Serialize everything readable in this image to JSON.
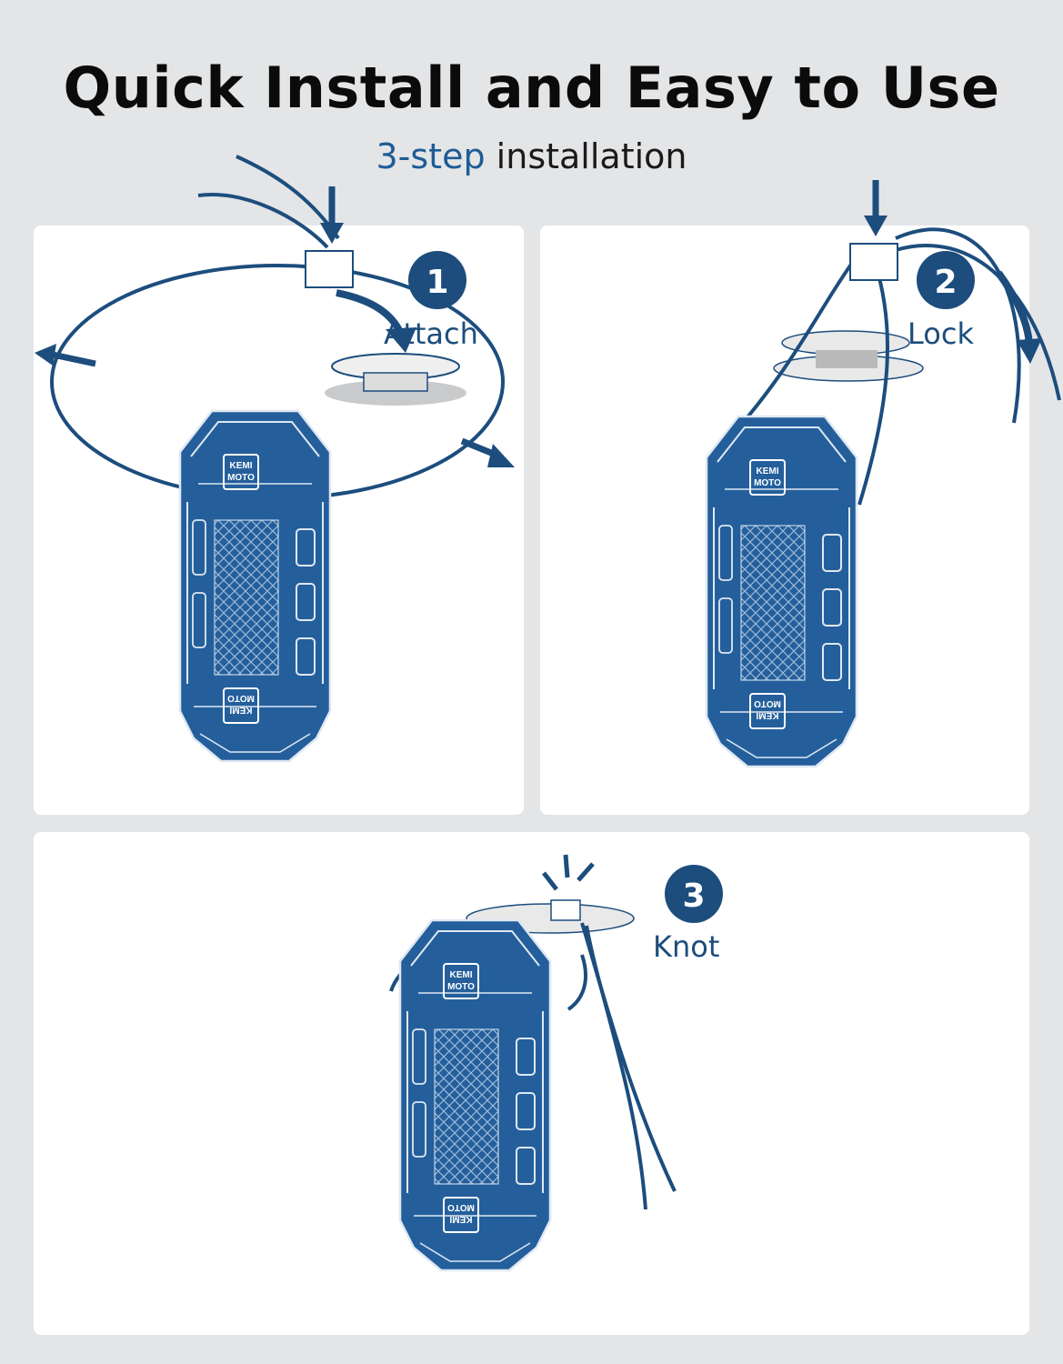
{
  "header": {
    "title": "Quick Install and Easy to Use",
    "subtitle_accent": "3-step",
    "subtitle_rest": " installation"
  },
  "steps": [
    {
      "number": "1",
      "label": "Attach"
    },
    {
      "number": "2",
      "label": "Lock"
    },
    {
      "number": "3",
      "label": "Knot"
    }
  ],
  "product": {
    "logo_text": "KEMI MOTO"
  },
  "colors": {
    "background": "#e4e5e7",
    "panel": "#ffffff",
    "accent_blue": "#1e5c96",
    "dark_blue": "#1c4d7d",
    "bag_blue": "#245f9c"
  }
}
